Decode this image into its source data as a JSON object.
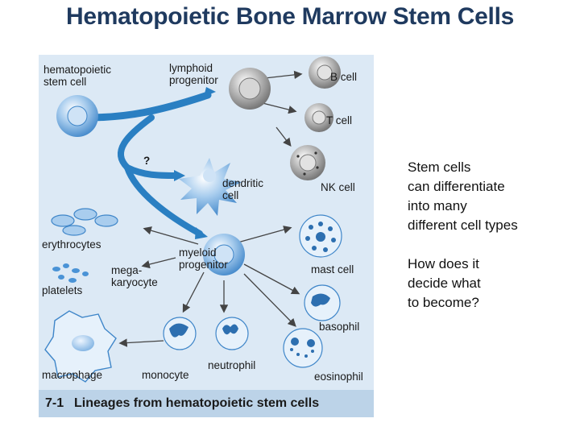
{
  "title": "Hematopoietic Bone Marrow Stem Cells",
  "figure": {
    "caption_number": "7-1",
    "caption_text": "Lineages from hematopoietic stem cells",
    "question_mark": "?",
    "labels": {
      "hsc": "hematopoietic\nstem cell",
      "lymphoid": "lymphoid\nprogenitor",
      "bcell": "B cell",
      "tcell": "T cell",
      "nkcell": "NK cell",
      "dendritic": "dendritic\ncell",
      "erythrocytes": "erythrocytes",
      "myeloid": "myeloid\nprogenitor",
      "mast": "mast cell",
      "megakaryocyte": "mega-\nkaryocyte",
      "platelets": "platelets",
      "basophil": "basophil",
      "macrophage": "macrophage",
      "monocyte": "monocyte",
      "neutrophil": "neutrophil",
      "eosinophil": "eosinophil"
    }
  },
  "side_text": {
    "p1": "Stem cells\ncan differentiate\ninto many\ndifferent cell types",
    "p2": "How does it\ndecide what\nto become?"
  },
  "colors": {
    "title": "#1f3a5f",
    "figure_bg": "#dce9f5",
    "caption_bar": "#bcd3e8",
    "arrow": "#2a7fc2",
    "cell_blue": "#4a93d6",
    "cell_gray": "#8a8a8a"
  }
}
